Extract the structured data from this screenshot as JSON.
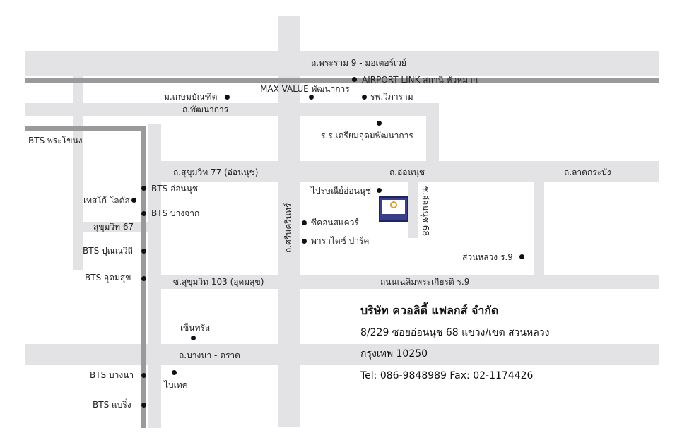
{
  "roads": {
    "rama9": "ถ.พระราม 9 - มอเตอร์เวย์",
    "phatthanakan": "ถ.พัฒนาการ",
    "sukhumvit77": "ถ.สุขุมวิท 77 (อ่อนนุช)",
    "onnut": "ถ.อ่อนนุช",
    "latkrabang": "ถ.ลาดกระบัง",
    "sukhumvit67": "สุขุมวิท 67",
    "srinakarin": "ถ.ศรีนครินทร์",
    "onnut68": "ซ.อ่อนนุช 68",
    "sukhumvit103": "ซ.สุขุมวิท 103 (อุดมสุข)",
    "chaloem_rama9": "ถนนเฉลิมพระเกียรติ ร.9",
    "bangna_trat": "ถ.บางนา - ตราด"
  },
  "places": {
    "airport_link": "AIRPORT LINK สถานี หัวหมาก",
    "max_value": "MAX VALUE พัฒนาการ",
    "kasem_bundit": "ม.เกษมบัณฑิต",
    "wiparam": "รพ.วิภาราม",
    "triam_udom": "ร.ร.เตรียมอุดมพัฒนาการ",
    "bts_phra_khanong": "BTS พระโขนง",
    "bts_onnut": "BTS อ่อนนุช",
    "tesco": "เทสโก้ โลตัส",
    "bts_bangchak": "BTS บางจาก",
    "post_office": "ไปรษณีย์อ่อนนุช",
    "seacon": "ซีคอนสแควร์",
    "paradise": "พาราไดซ์ ปาร์ค",
    "bts_punnawithi": "BTS ปุณณวิถี",
    "bts_udomsuk": "BTS อุดมสุข",
    "suanluang": "สวนหลวง ร.9",
    "central": "เซ็นทรัล",
    "bts_bangna": "BTS บางนา",
    "bitec": "ไบเทค",
    "bts_bearing": "BTS แบริ่ง"
  },
  "company": {
    "name": "บริษัท ควอลิตี้ แฟลกส์ จำกัด",
    "address": "8/229 ซอยอ่อนนุช 68 แขวง/เขต สวนหลวง",
    "city": "กรุงเทพ 10250",
    "contact": "Tel: 086-9848989 Fax: 02-1174426"
  }
}
